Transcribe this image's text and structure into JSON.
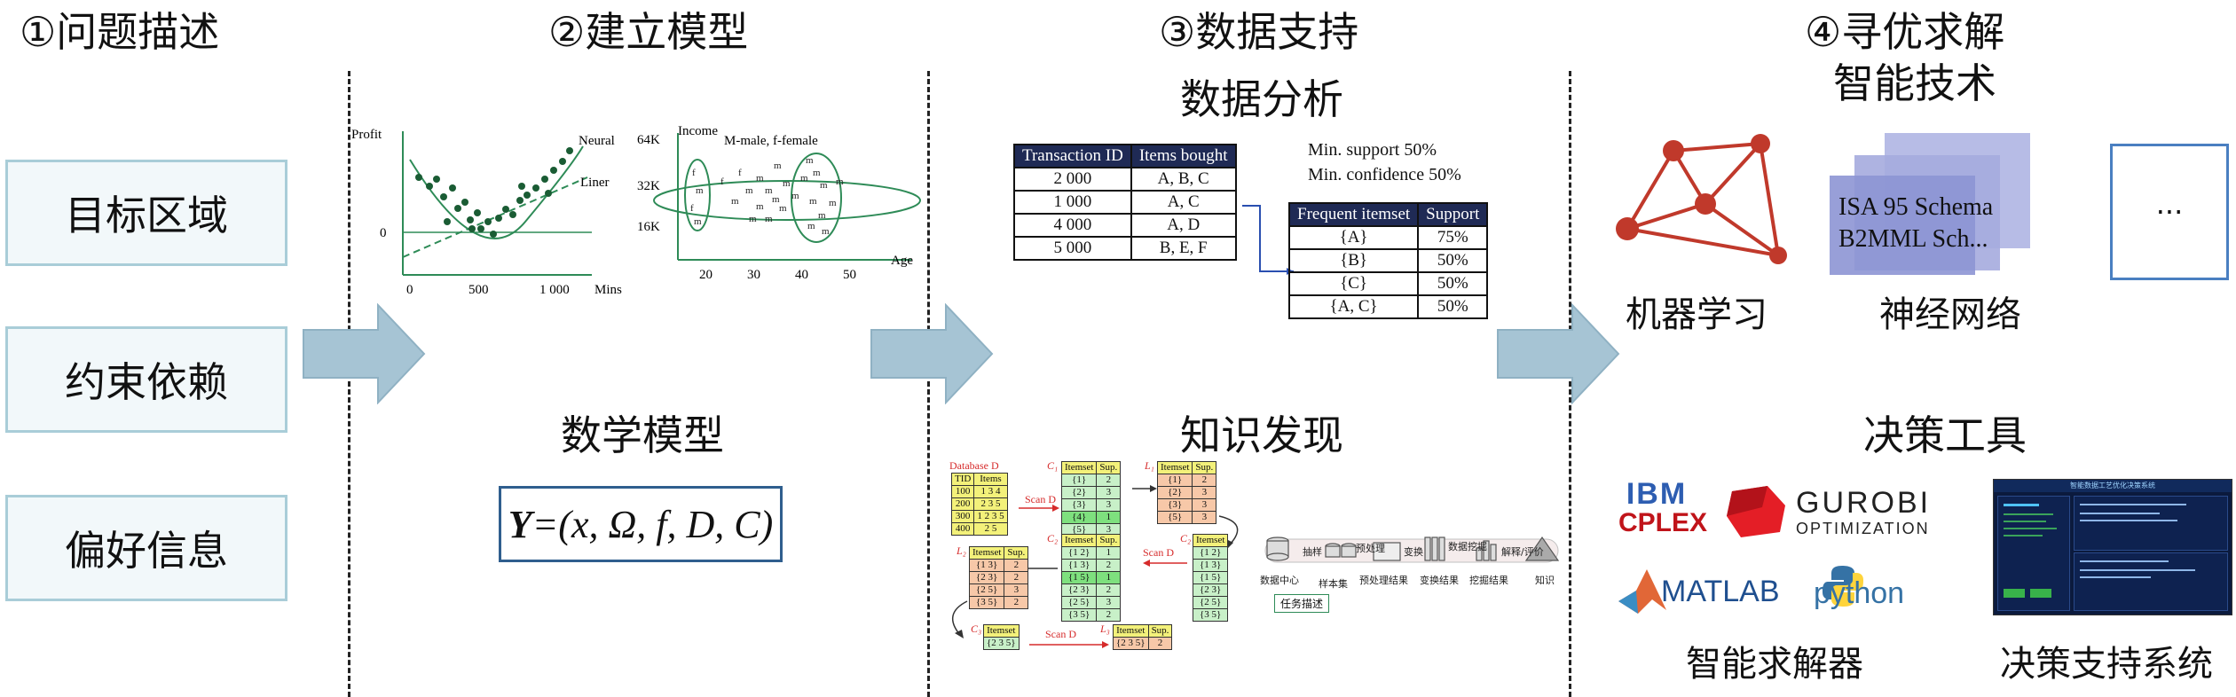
{
  "sections": [
    {
      "title": "①问题描述"
    },
    {
      "title": "②建立模型"
    },
    {
      "title": "③数据支持"
    },
    {
      "title": "④寻优求解"
    }
  ],
  "problem_boxes": [
    "目标区域",
    "约束依赖",
    "偏好信息"
  ],
  "model": {
    "chart1": {
      "ylabel": "Profit",
      "xlabel": "Mins",
      "y_tick": "0",
      "x_ticks": [
        "0",
        "500",
        "1 000"
      ],
      "curve_labels": [
        "Neural",
        "Liner"
      ]
    },
    "chart2": {
      "ylabel": "Income",
      "legend": "M-male, f-female",
      "xlabel": "Age",
      "y_ticks": [
        "64K",
        "32K",
        "16K"
      ],
      "x_ticks": [
        "20",
        "30",
        "40",
        "50"
      ]
    },
    "math_title": "数学模型",
    "formula_lhs": "Y",
    "formula_rhs": "=(x, Ω, f, D, C)"
  },
  "data_support": {
    "analysis_title": "数据分析",
    "tx_table": {
      "headers": [
        "Transaction ID",
        "Items bought"
      ],
      "rows": [
        [
          "2 000",
          "A, B, C"
        ],
        [
          "1 000",
          "A, C"
        ],
        [
          "4 000",
          "A, D"
        ],
        [
          "5 000",
          "B, E, F"
        ]
      ]
    },
    "min_support": "Min. support 50%",
    "min_confidence": "Min. confidence 50%",
    "freq_table": {
      "headers": [
        "Frequent itemset",
        "Support"
      ],
      "rows": [
        [
          "{A}",
          "75%"
        ],
        [
          "{B}",
          "50%"
        ],
        [
          "{C}",
          "50%"
        ],
        [
          "{A, C}",
          "50%"
        ]
      ]
    },
    "knowledge_title": "知识发现",
    "kd": {
      "database_label": "Database D",
      "db_headers": [
        "TID",
        "Items"
      ],
      "db_rows": [
        [
          "100",
          "1 3 4"
        ],
        [
          "200",
          "2 3 5"
        ],
        [
          "300",
          "1 2 3 5"
        ],
        [
          "400",
          "2 5"
        ]
      ],
      "scan": "Scan D",
      "c1_label": "C₁",
      "l1_label": "L₁",
      "c2_label": "C₂",
      "l2_label": "L₂",
      "c3_label": "C₃",
      "l3_label": "L₃",
      "itemset": "Itemset",
      "sup": "Sup.",
      "c1_rows": [
        [
          "{1}",
          "2"
        ],
        [
          "{2}",
          "3"
        ],
        [
          "{3}",
          "3"
        ],
        [
          "{4}",
          "1"
        ],
        [
          "{5}",
          "3"
        ]
      ],
      "l1_rows": [
        [
          "{1}",
          "2"
        ],
        [
          "{2}",
          "3"
        ],
        [
          "{3}",
          "3"
        ],
        [
          "{5}",
          "3"
        ]
      ],
      "c2_rows": [
        [
          "{1 2}",
          "1"
        ],
        [
          "{1 3}",
          "2"
        ],
        [
          "{1 5}",
          "1"
        ],
        [
          "{2 3}",
          "2"
        ],
        [
          "{2 5}",
          "3"
        ],
        [
          "{3 5}",
          "2"
        ]
      ],
      "c2b_rows": [
        [
          "{1 2}"
        ],
        [
          "{1 3}"
        ],
        [
          "{1 5}"
        ],
        [
          "{2 3}"
        ],
        [
          "{2 5}"
        ],
        [
          "{3 5}"
        ]
      ],
      "l2_rows": [
        [
          "{1 3}",
          "2"
        ],
        [
          "{2 3}",
          "2"
        ],
        [
          "{2 5}",
          "3"
        ],
        [
          "{3 5}",
          "2"
        ]
      ],
      "c3_rows": [
        [
          "{2 3 5}"
        ]
      ],
      "l3_rows": [
        [
          "{2 3 5}",
          "2"
        ]
      ],
      "pipeline": [
        "抽样",
        "预处理",
        "变换",
        "数据挖掘",
        "解释/评价"
      ],
      "pipeline_bottom": [
        "数据中心",
        "样本集",
        "预处理结果",
        "变换结果",
        "挖掘结果",
        "知识"
      ],
      "task": "任务描述"
    }
  },
  "optimization": {
    "tech_title": "智能技术",
    "ml_label": "机器学习",
    "nn_label": "神经网络",
    "nn_card_lines": [
      "ISA 95 Schema",
      "B2MML Sch..."
    ],
    "ellipsis": "···",
    "tools_title": "决策工具",
    "solver_label": "智能求解器",
    "dss_label": "决策支持系统",
    "logos": {
      "cplex_top": "IBM",
      "cplex_bottom": "CPLEX",
      "gurobi": "GUROBI",
      "gurobi_sub": "OPTIMIZATION",
      "matlab": "MATLAB",
      "python": "python"
    },
    "dss_screen_title": "智能数据工艺优化决策系统"
  },
  "colors": {
    "box_border": "#a9cdd8",
    "box_fill": "#f2f8fa",
    "arrow": "#a6c4d4",
    "node_red": "#c0392b",
    "nn_blue": "#8d95d4",
    "table_header": "#1f2a55",
    "kd_green": "#c8f0c8",
    "kd_orange": "#f7c8a8",
    "kd_yellow": "#f3f17a",
    "kd_red_text": "#d62b2b"
  }
}
